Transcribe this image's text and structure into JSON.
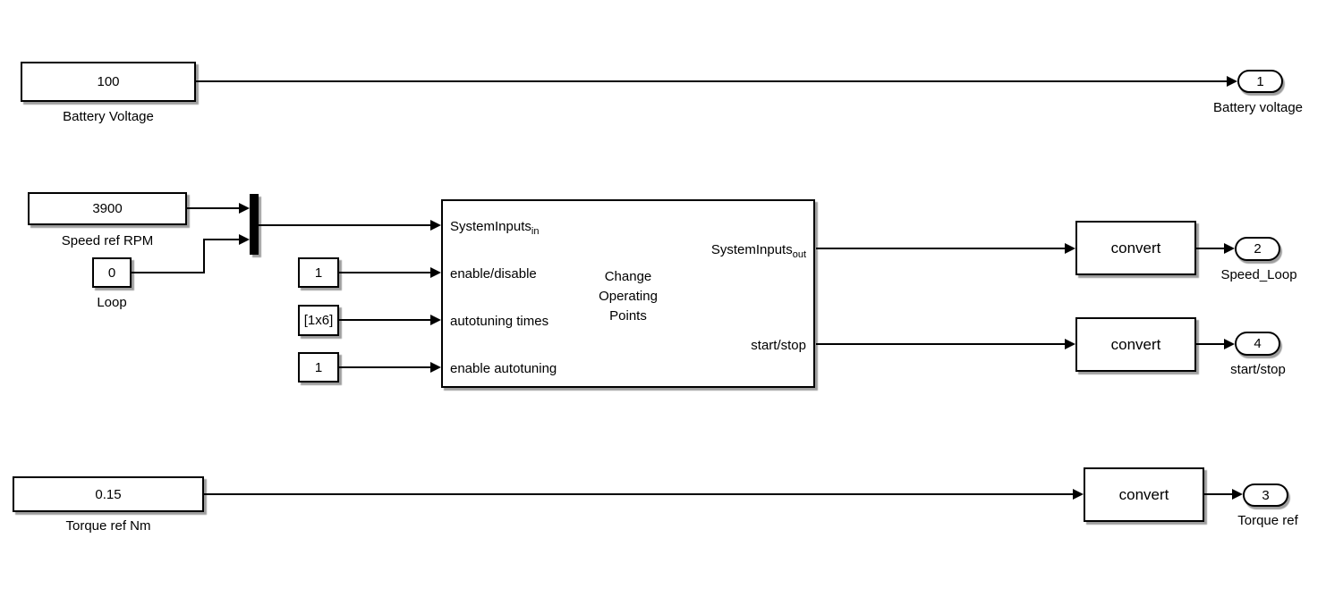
{
  "colors": {
    "background": "#ffffff",
    "line": "#000000",
    "block_fill": "#ffffff",
    "mux_fill": "#000000"
  },
  "blocks": {
    "battery": {
      "value": "100",
      "label": "Battery Voltage"
    },
    "speed": {
      "value": "3900",
      "label": "Speed ref RPM"
    },
    "loop": {
      "value": "0",
      "label": "Loop"
    },
    "enable_disable": {
      "value": "1"
    },
    "autotuning_times": {
      "value": "[1x6]"
    },
    "enable_autotuning": {
      "value": "1"
    },
    "torque": {
      "value": "0.15",
      "label": "Torque ref Nm"
    }
  },
  "subsystem": {
    "title_line1": "Change",
    "title_line2": "Operating",
    "title_line3": "Points",
    "in1_base": "SystemInputs",
    "in1_sub": "in",
    "in2": "enable/disable",
    "in3": "autotuning times",
    "in4": "enable autotuning",
    "out1_base": "SystemInputs",
    "out1_sub": "out",
    "out2": "start/stop"
  },
  "convert_label": "convert",
  "outports": {
    "battery": {
      "number": "1",
      "label": "Battery voltage"
    },
    "speed": {
      "number": "2",
      "label": "Speed_Loop"
    },
    "startstop": {
      "number": "4",
      "label": "start/stop"
    },
    "torque": {
      "number": "3",
      "label": "Torque ref"
    }
  }
}
